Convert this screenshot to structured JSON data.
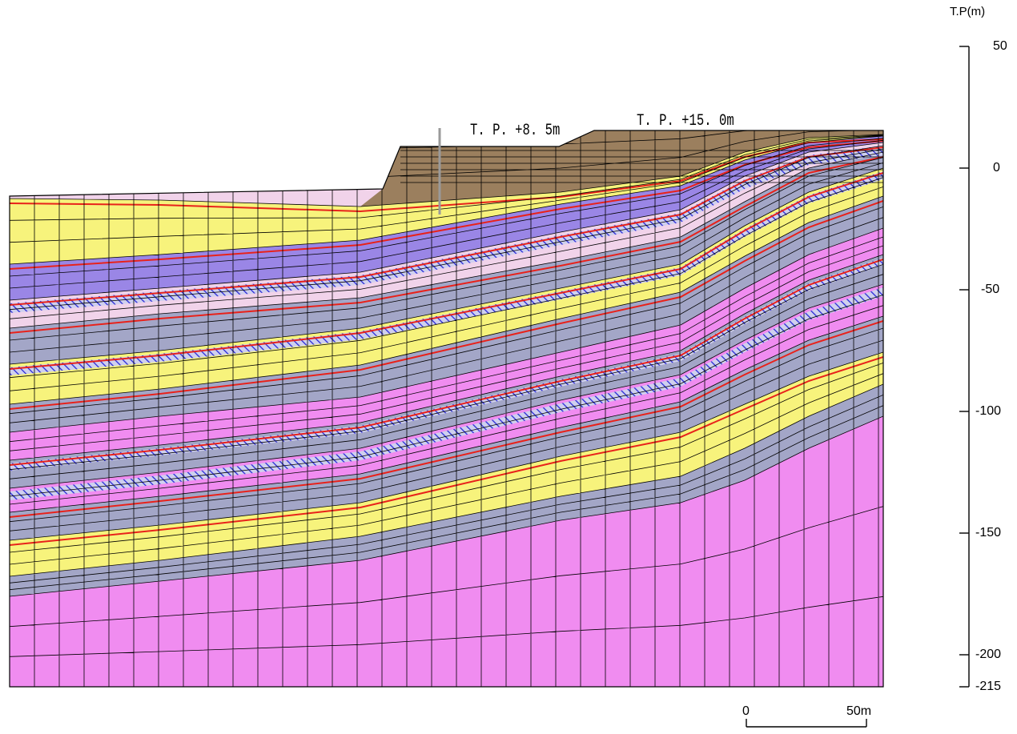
{
  "labels": {
    "level_left": "T. P. +8. 5m",
    "level_right": "T. P. +15. 0m"
  },
  "elevation_axis": {
    "unit": "T.P(m)",
    "ticks": [
      "50",
      "0",
      "-50",
      "-100",
      "-150",
      "-200",
      "-215"
    ]
  },
  "scale_bar": {
    "start": "0",
    "end": "50m"
  },
  "colors": {
    "fill_soil": "#9b7f5e",
    "pink_light": "#f1d3ea",
    "magenta": "#f08cf0",
    "yellow": "#f7f37c",
    "grey_blue": "#a3a6c7",
    "purple": "#9a86e6",
    "hatch_blue": "#2a2ad8",
    "fault_red": "#e8221b",
    "mesh": "#000000"
  }
}
